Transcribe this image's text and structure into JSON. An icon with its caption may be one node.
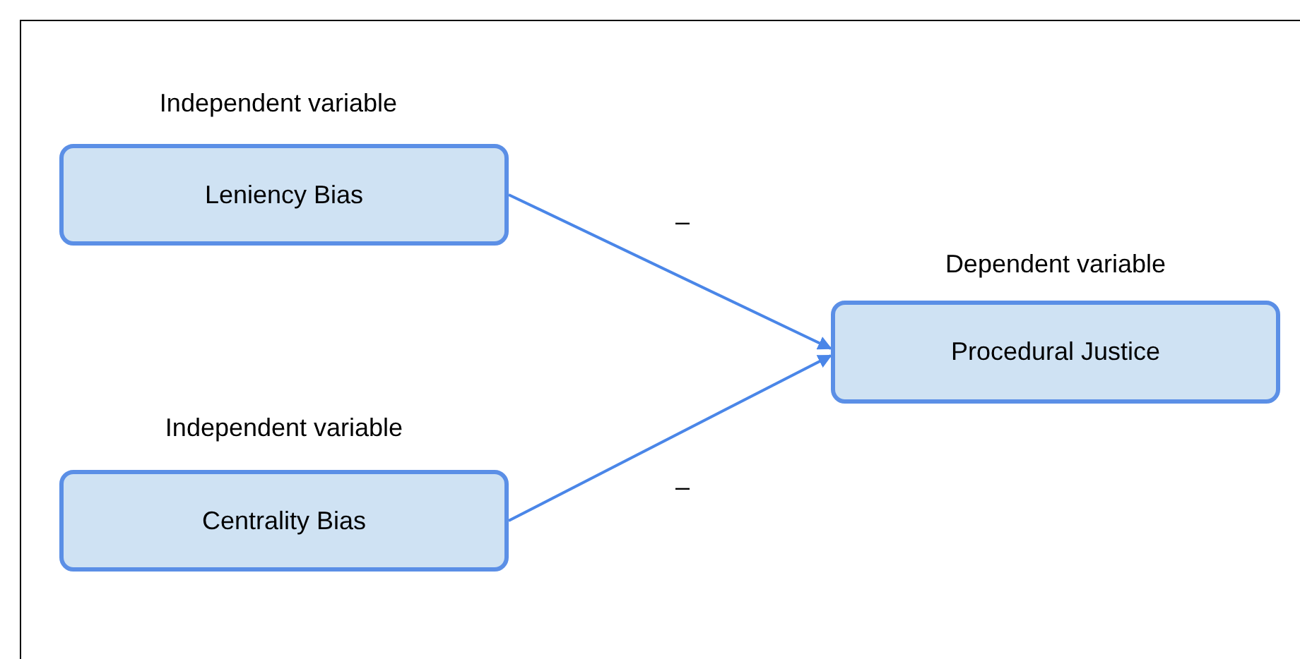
{
  "diagram": {
    "nodes": [
      {
        "text": [
          "Independent variable",
          "Leniency Bias"
        ]
      },
      {
        "text": [
          "Independent variable",
          "Centrality Bias"
        ]
      },
      {
        "text": [
          "Dependent variable",
          "Procedural Justice"
        ]
      }
    ],
    "edges": [
      {
        "from": 0,
        "to": 2,
        "arrow": "to",
        "label": "–"
      },
      {
        "from": 1,
        "to": 2,
        "arrow": "to",
        "label": "–"
      }
    ]
  }
}
